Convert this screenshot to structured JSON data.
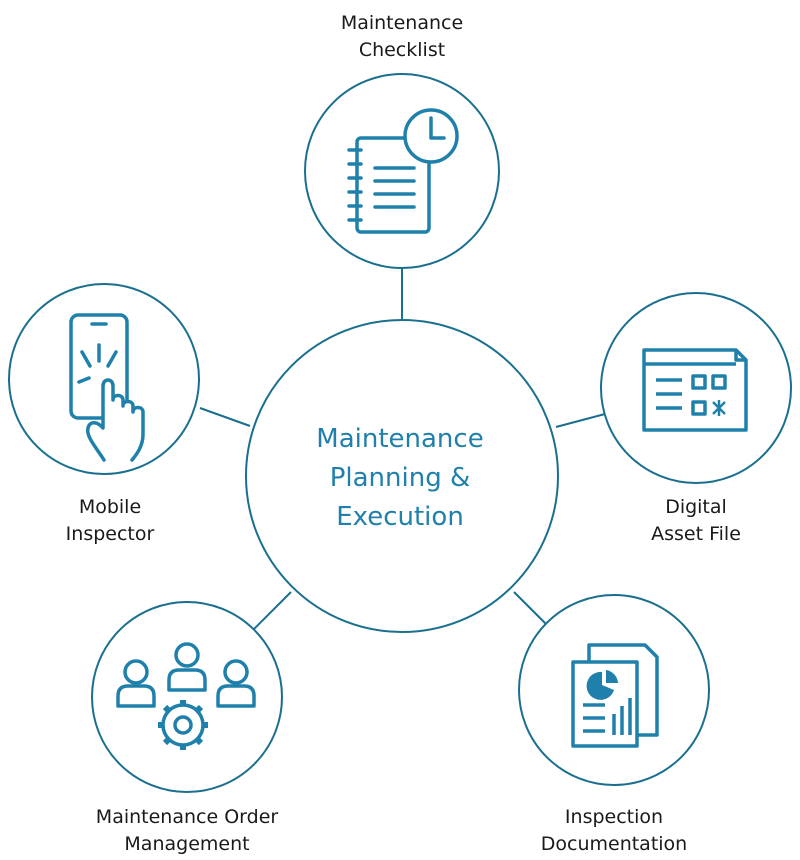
{
  "colors": {
    "stroke": "#1a6f8f",
    "icon": "#1f80ab",
    "accent": "#1f80ab",
    "label_text": "#1a1a1a"
  },
  "center": {
    "line1": "Maintenance",
    "line2": "Planning &",
    "line3": "Execution"
  },
  "nodes": {
    "checklist": {
      "line1": "Maintenance",
      "line2": "Checklist",
      "icon": "notebook-clock-icon"
    },
    "asset_file": {
      "line1": "Digital",
      "line2": "Asset File",
      "icon": "qr-document-icon"
    },
    "inspection": {
      "line1": "Inspection",
      "line2": "Documentation",
      "icon": "report-chart-icon"
    },
    "order": {
      "line1": "Maintenance Order",
      "line2": "Management",
      "icon": "team-gear-icon"
    },
    "mobile": {
      "line1": "Mobile",
      "line2": "Inspector",
      "icon": "phone-touch-icon"
    }
  }
}
